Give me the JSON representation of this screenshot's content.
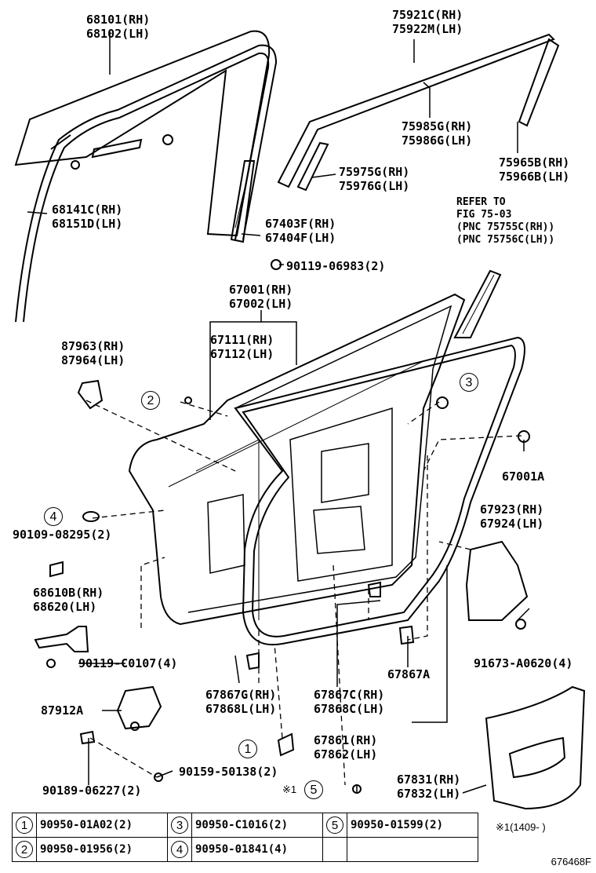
{
  "labels": {
    "l68101": [
      "68101(RH)",
      "68102(LH)"
    ],
    "l75921": [
      "75921C(RH)",
      "75922M(LH)"
    ],
    "l75985": [
      "75985G(RH)",
      "75986G(LH)"
    ],
    "l75965": [
      "75965B(RH)",
      "75966B(LH)"
    ],
    "l75975": [
      "75975G(RH)",
      "75976G(LH)"
    ],
    "l68141": [
      "68141C(RH)",
      "68151D(LH)"
    ],
    "l67403": [
      "67403F(RH)",
      "67404F(LH)"
    ],
    "l90119a": "90119-06983(2)",
    "refer": [
      "REFER TO",
      "FIG 75-03",
      "(PNC 75755C(RH))",
      "(PNC 75756C(LH))"
    ],
    "l67001": [
      "67001(RH)",
      "67002(LH)"
    ],
    "l67111": [
      "67111(RH)",
      "67112(LH)"
    ],
    "l87963": [
      "87963(RH)",
      "87964(LH)"
    ],
    "l67001a": "67001A",
    "l90109": "90109-08295(2)",
    "l67923": [
      "67923(RH)",
      "67924(LH)"
    ],
    "l68610": [
      "68610B(RH)",
      "68620(LH)"
    ],
    "l90119b": "90119-C0107(4)",
    "l91673": "91673-A0620(4)",
    "l67867a": "67867A",
    "l67867g": [
      "67867G(RH)",
      "67868L(LH)"
    ],
    "l67867c": [
      "67867C(RH)",
      "67868C(LH)"
    ],
    "l87912a": "87912A",
    "l67861": [
      "67861(RH)",
      "67862(LH)"
    ],
    "l90159": "90159-50138(2)",
    "l90189": "90189-06227(2)",
    "l67831": [
      "67831(RH)",
      "67832(LH)"
    ],
    "star5": "※1"
  },
  "callouts": [
    "1",
    "2",
    "3",
    "4",
    "5"
  ],
  "legend": [
    [
      {
        "n": "1",
        "part": "90950-01A02(2)"
      },
      {
        "n": "3",
        "part": "90950-C1016(2)"
      },
      {
        "n": "5",
        "part": "90950-01599(2)"
      }
    ],
    [
      {
        "n": "2",
        "part": "90950-01956(2)"
      },
      {
        "n": "4",
        "part": "90950-01841(4)"
      },
      {
        "n": "",
        "part": ""
      }
    ]
  ],
  "note": "※1(1409-      )",
  "figure_id": "676468F"
}
